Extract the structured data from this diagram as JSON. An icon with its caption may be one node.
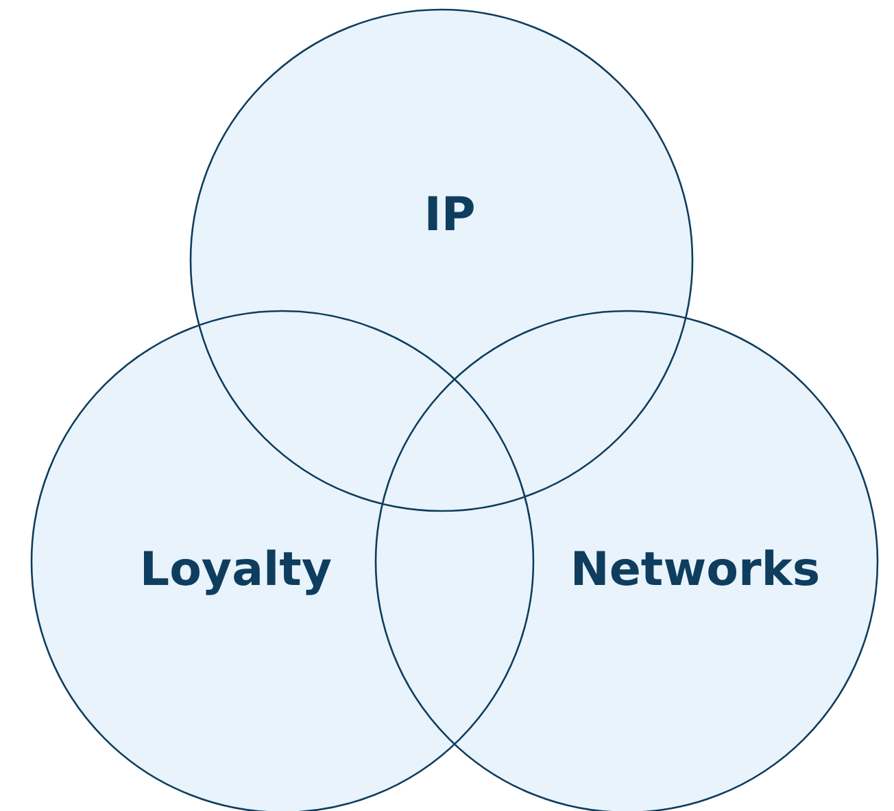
{
  "diagram": {
    "nodes": [
      {
        "text": [
          "IP"
        ]
      },
      {
        "text": [
          "Loyalty"
        ]
      },
      {
        "text": [
          "Networks"
        ]
      }
    ]
  }
}
